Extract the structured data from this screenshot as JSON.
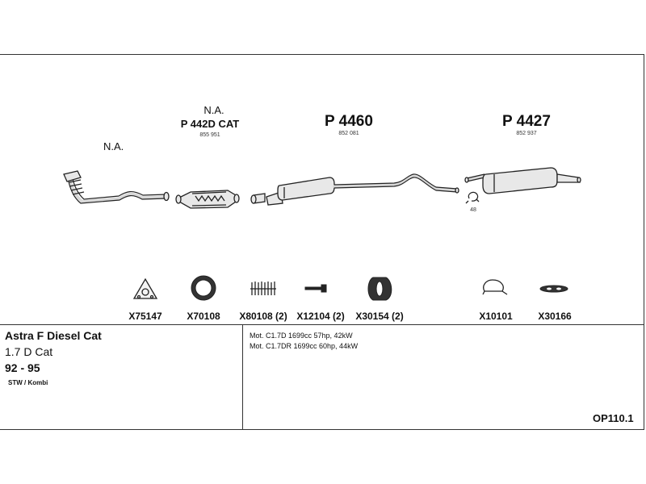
{
  "sections": [
    {
      "na": "N.A.",
      "code": "",
      "oem": ""
    },
    {
      "na": "N.A.",
      "code": "P 442D CAT",
      "oem": "855 951"
    },
    {
      "na": "",
      "code": "P 4460",
      "oem": "852 081"
    },
    {
      "na": "",
      "code": "P 4427",
      "oem": "852 937"
    }
  ],
  "clamp_label": "48",
  "accessories": [
    {
      "code": "X75147",
      "icon": "triangular-gasket-icon"
    },
    {
      "code": "X70108",
      "icon": "ring-gasket-icon"
    },
    {
      "code": "X80108 (2)",
      "icon": "spring-icon"
    },
    {
      "code": "X12104 (2)",
      "icon": "bolt-icon"
    },
    {
      "code": "X30154 (2)",
      "icon": "rubber-mount-icon"
    },
    {
      "code": "X10101",
      "icon": "pipe-clamp-icon"
    },
    {
      "code": "X30166",
      "icon": "rubber-hanger-icon"
    }
  ],
  "vehicle": {
    "model": "Astra F Diesel Cat",
    "engine": "1.7 D Cat",
    "years": "92 - 95",
    "body": "STW / Kombi"
  },
  "specs": [
    "Mot. C1.7D 1699cc 57hp, 42kW",
    "Mot. C1.7DR 1699cc 60hp, 44kW"
  ],
  "reference": "OP110.1"
}
